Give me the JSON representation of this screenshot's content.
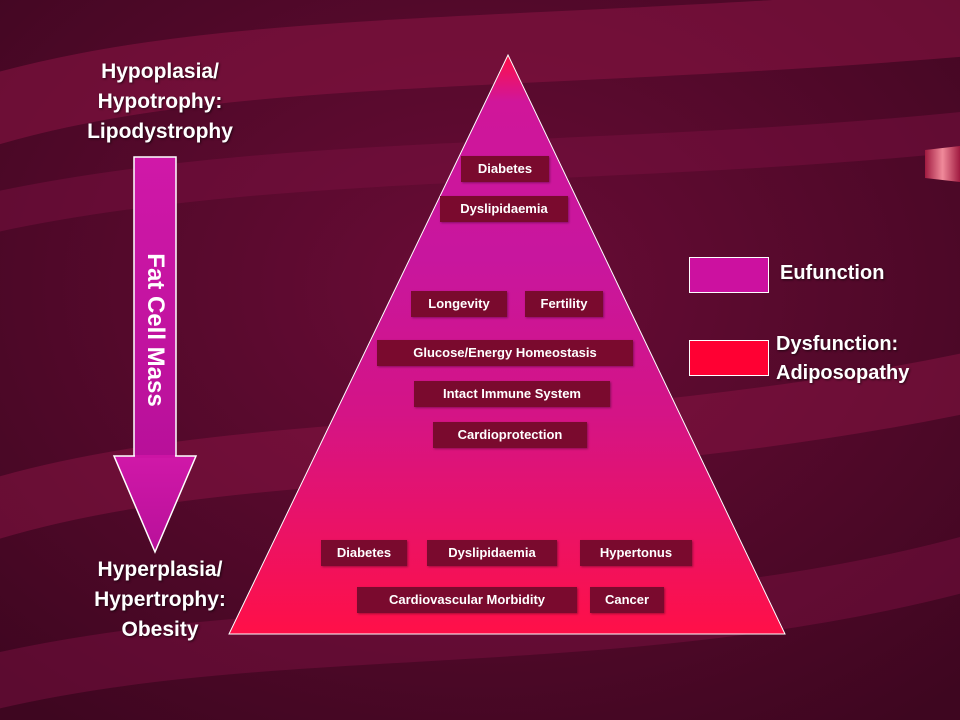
{
  "colors": {
    "background": "#5a0a2e",
    "pyramid_top": "#c8169e",
    "pyramid_bottom": "#ff1048",
    "box": "#7a0a2e",
    "eufunction": "#cc11a0",
    "dysfunction": "#ff0033",
    "arrow": "#c414a4"
  },
  "top_label": {
    "lines": [
      "Hypoplasia/",
      "Hypotrophy:",
      "Lipodystrophy"
    ]
  },
  "bottom_label": {
    "lines": [
      "Hyperplasia/",
      "Hypertrophy:",
      "Obesity"
    ]
  },
  "arrow": {
    "label": "Fat Cell Mass"
  },
  "pyramid": {
    "top_dysfunction": [
      "Diabetes",
      "Dyslipidaemia"
    ],
    "eufunction": {
      "row1": [
        "Longevity",
        "Fertility"
      ],
      "row2": "Glucose/Energy  Homeostasis",
      "row3": "Intact  Immune  System",
      "row4": "Cardioprotection"
    },
    "bottom_dysfunction": {
      "row1": [
        "Diabetes",
        "Dyslipidaemia",
        "Hypertonus"
      ],
      "row2": [
        "Cardiovascular  Morbidity",
        "Cancer"
      ]
    }
  },
  "legend": {
    "eufunction": "Eufunction",
    "dysfunction_lines": [
      "Dysfunction:",
      "Adiposopathy"
    ]
  }
}
